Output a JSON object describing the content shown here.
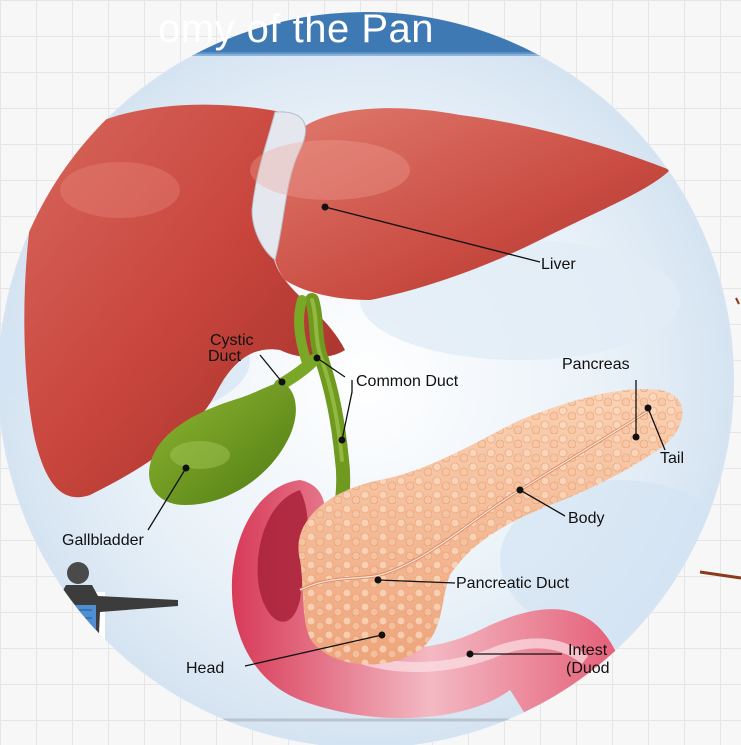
{
  "title": "omy of the Pan",
  "labels": {
    "liver": "Liver",
    "cystic_duct_line1": "Cystic",
    "cystic_duct_line2": "Duct",
    "common_duct": "Common Duct",
    "pancreas": "Pancreas",
    "tail": "Tail",
    "body": "Body",
    "gallbladder": "Gallbladder",
    "pancreatic_duct": "Pancreatic Duct",
    "head": "Head",
    "intestine_line1": "Intest",
    "intestine_line2": "(Duod"
  },
  "colors": {
    "liver": "#c9463e",
    "gallbladder": "#6f9a1f",
    "pancreas": "#f5b68e",
    "duodenum": "#e0506a",
    "title_bar": "#3f79b4",
    "backdrop": "#dde9f4"
  }
}
